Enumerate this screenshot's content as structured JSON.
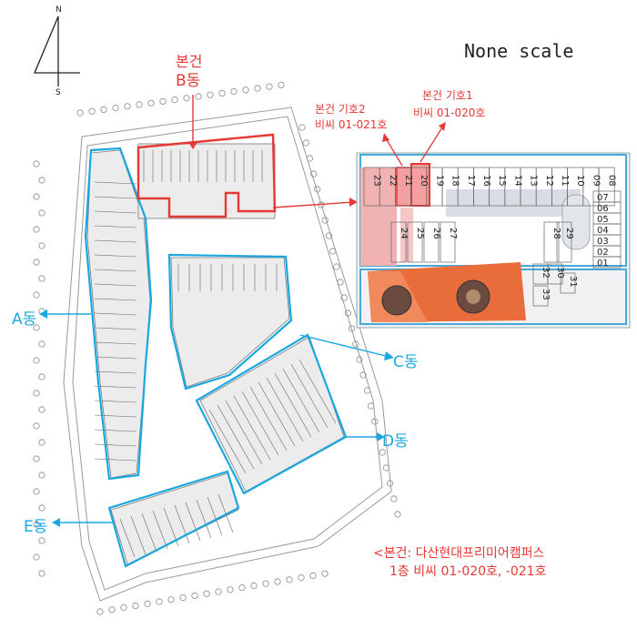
{
  "compass": {
    "north": "N",
    "south": "S"
  },
  "scale_note": "None scale",
  "subject_building": {
    "line1": "본건",
    "line2": "B동"
  },
  "buildings": {
    "a": "A동",
    "c": "C동",
    "d": "D동",
    "e": "E동"
  },
  "unit_callouts": {
    "unit21": {
      "line1": "본건 기호2",
      "line2": "비씨 01-021호"
    },
    "unit20": {
      "line1": "본건 기호1",
      "line2": "비씨 01-020호"
    }
  },
  "footnote": {
    "line1": "<본건: 다산현대프리미어캠퍼스",
    "line2": "1층 비씨 01-020호, -021호"
  },
  "floorplan_units_top": [
    "23",
    "22",
    "21",
    "20",
    "19",
    "18",
    "17",
    "16",
    "15",
    "14",
    "13",
    "12",
    "11",
    "10",
    "09",
    "08"
  ],
  "floorplan_units_right": [
    "07",
    "06",
    "05",
    "04",
    "03",
    "02",
    "01"
  ],
  "floorplan_units_mid": [
    "24",
    "25",
    "26",
    "27",
    "28",
    "29"
  ],
  "floorplan_units_bottom": [
    "32",
    "30",
    "31",
    "33"
  ],
  "colors": {
    "subject": "#e53935",
    "building_outline": "#1aa7e0"
  }
}
